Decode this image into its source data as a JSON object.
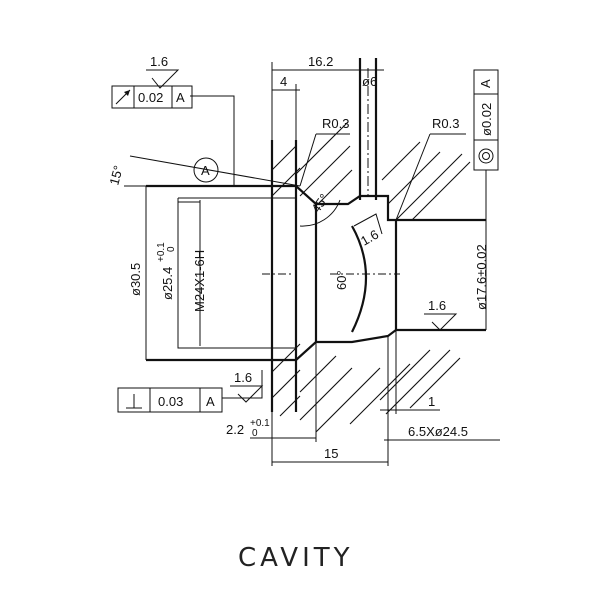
{
  "title": "CAVITY",
  "dimensions": {
    "top_length": "16.2",
    "left_step": "4",
    "bore_small": "ø6",
    "radius_left": "R0.3",
    "radius_right": "R0.3",
    "chamfer_angle": "15°",
    "angle_45": "45°",
    "angle_60": "60°",
    "dia_30": "ø30.5",
    "dia_25": "ø25.4",
    "dia_25_tol_upper": "+0.1",
    "dia_25_tol_lower": "0",
    "thread": "M24X1-6H",
    "dia_17": "ø17.6±0.02",
    "depth_22": "2.2",
    "depth_22_tol_upper": "+0.1",
    "depth_22_tol_lower": "0",
    "length_15": "15",
    "spot_face": "6.5Xø24.5",
    "offset_1": "1"
  },
  "surface_finish": {
    "top": "1.6",
    "mid_right": "1.6",
    "inner": "1.6",
    "bottom_left": "1.6"
  },
  "tolerance_frames": {
    "runout": {
      "value": "0.02",
      "datum": "A"
    },
    "concentricity": {
      "value": "ø0.02",
      "datum": "A"
    },
    "perpendicularity": {
      "value": "0.03",
      "datum": "A"
    }
  },
  "datum_label": "A"
}
